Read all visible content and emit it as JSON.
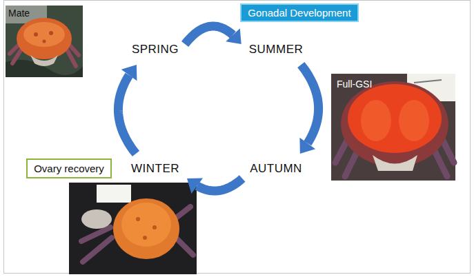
{
  "diagram": {
    "nodes": [
      {
        "text": [
          "Gonadal Development"
        ]
      },
      {
        "text": [
          "SPRING"
        ]
      },
      {
        "text": [
          "SUMMER"
        ]
      },
      {
        "text": [
          "Ovary recovery"
        ]
      },
      {
        "text": [
          "WINTER"
        ]
      },
      {
        "text": [
          "AUTUMN"
        ]
      }
    ],
    "edges": [
      {
        "from": 1,
        "to": 2,
        "arrow": "to"
      },
      {
        "from": 2,
        "to": 5,
        "arrow": "to"
      },
      {
        "from": 5,
        "to": 4,
        "arrow": "to"
      },
      {
        "from": 4,
        "to": 1,
        "arrow": "to"
      }
    ],
    "labels": [
      "Mate",
      "Full-GSI"
    ]
  }
}
